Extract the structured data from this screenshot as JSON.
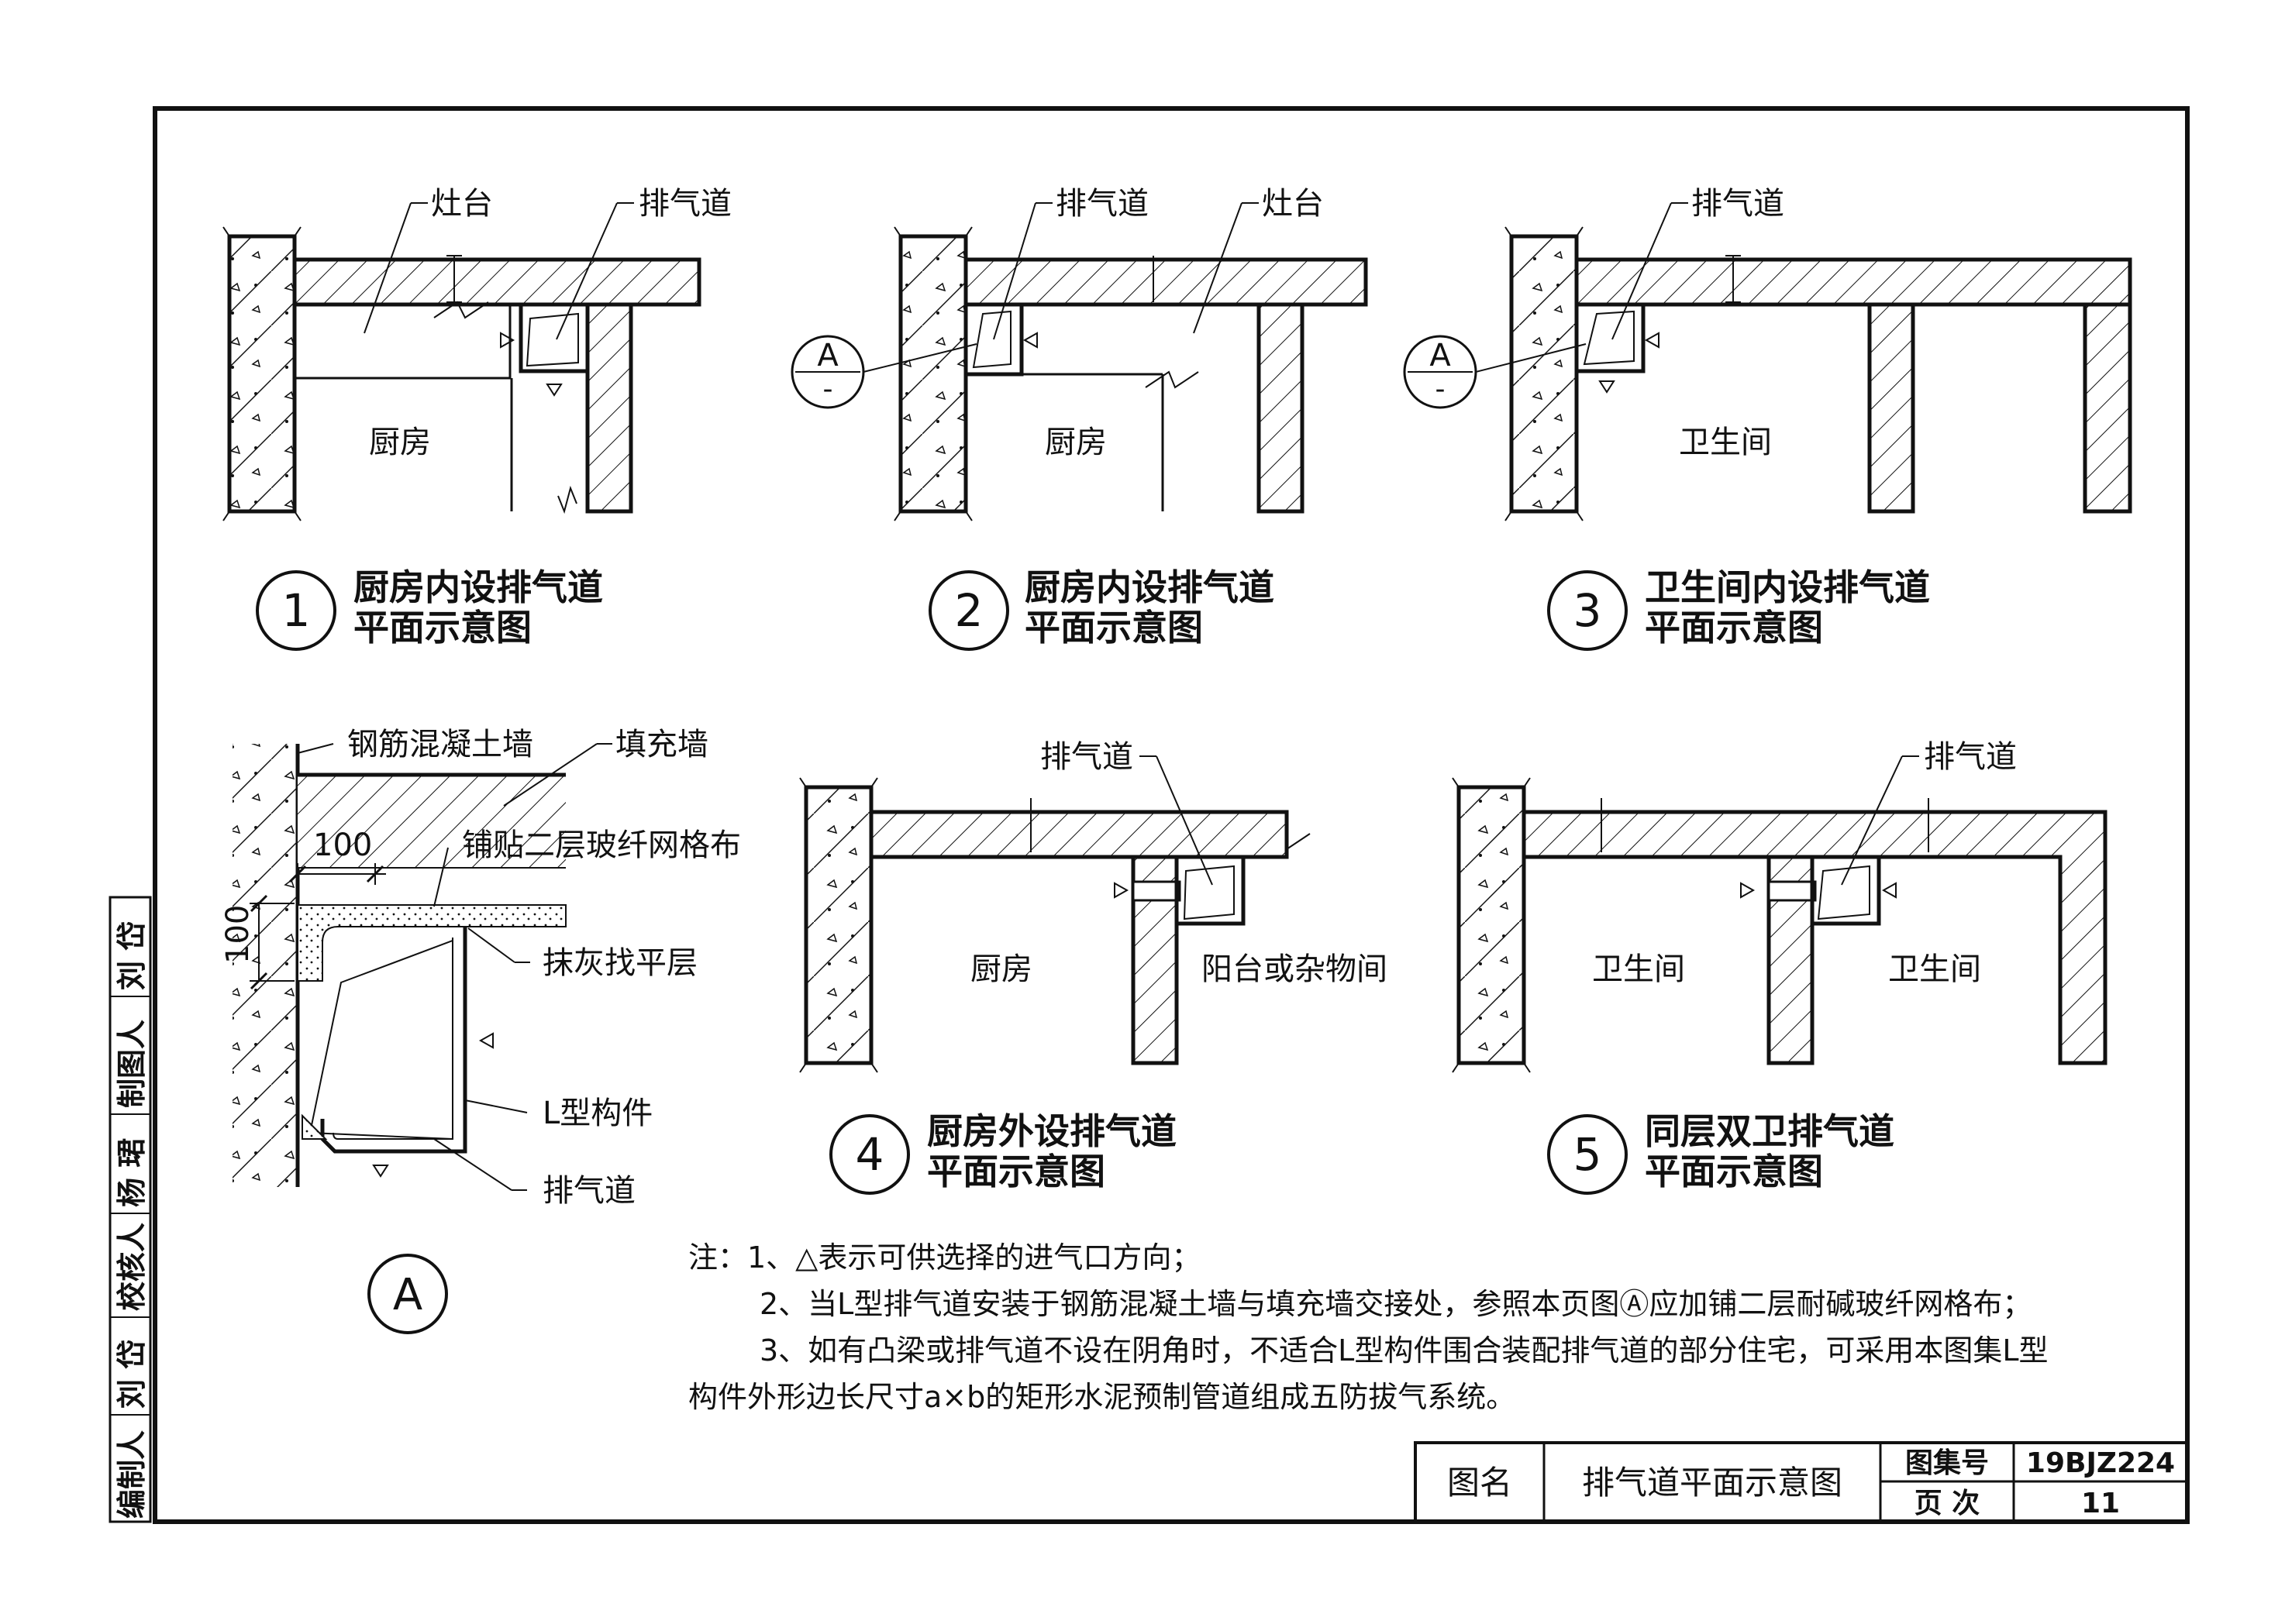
{
  "diagrams": [
    {
      "num": "1",
      "title_line1": "厨房内设排气道",
      "title_line2": "平面示意图",
      "labels": {
        "stove": "灶台",
        "duct": "排气道",
        "room": "厨房"
      }
    },
    {
      "num": "2",
      "title_line1": "厨房内设排气道",
      "title_line2": "平面示意图",
      "labels": {
        "duct": "排气道",
        "stove": "灶台",
        "room": "厨房",
        "ref_letter": "A",
        "ref_sub": "-"
      }
    },
    {
      "num": "3",
      "title_line1": "卫生间内设排气道",
      "title_line2": "平面示意图",
      "labels": {
        "duct": "排气道",
        "room": "卫生间",
        "ref_letter": "A",
        "ref_sub": "-"
      }
    },
    {
      "num": "4",
      "title_line1": "厨房外设排气道",
      "title_line2": "平面示意图",
      "labels": {
        "duct": "排气道",
        "room_left": "厨房",
        "room_right": "阳台或杂物间"
      }
    },
    {
      "num": "5",
      "title_line1": "同层双卫排气道",
      "title_line2": "平面示意图",
      "labels": {
        "duct": "排气道",
        "room_left": "卫生间",
        "room_right": "卫生间"
      }
    }
  ],
  "detail_a": {
    "letter": "A",
    "rc_wall": "钢筋混凝土墙",
    "infill_wall": "填充墙",
    "mesh": "铺贴二层玻纤网格布",
    "plaster": "抹灰找平层",
    "l_member": "L型构件",
    "duct": "排气道",
    "dim_h": "100",
    "dim_v": "100"
  },
  "notes": {
    "line1": "注：1、△表示可供选择的进气口方向；",
    "line2": "2、当L型排气道安装于钢筋混凝土墙与填充墙交接处，参照本页图Ⓐ应加铺二层耐碱玻纤网格布；",
    "line3": "3、如有凸梁或排气道不设在阴角时，不适合L型构件围合装配排气道的部分住宅，可采用本图集L型",
    "line4": "构件外形边长尺寸a×b的矩形水泥预制管道组成五防拔气系统。"
  },
  "title_block": {
    "name_label": "图名",
    "name_value": "排气道平面示意图",
    "atlas_label": "图集号",
    "atlas_value": "19BJZ224",
    "page_label": "页 次",
    "page_value": "11"
  },
  "sidebar": {
    "items": [
      "编制人",
      "刘 岱",
      "校核人",
      "杨 珺",
      "制图人",
      "刘 岱"
    ]
  }
}
